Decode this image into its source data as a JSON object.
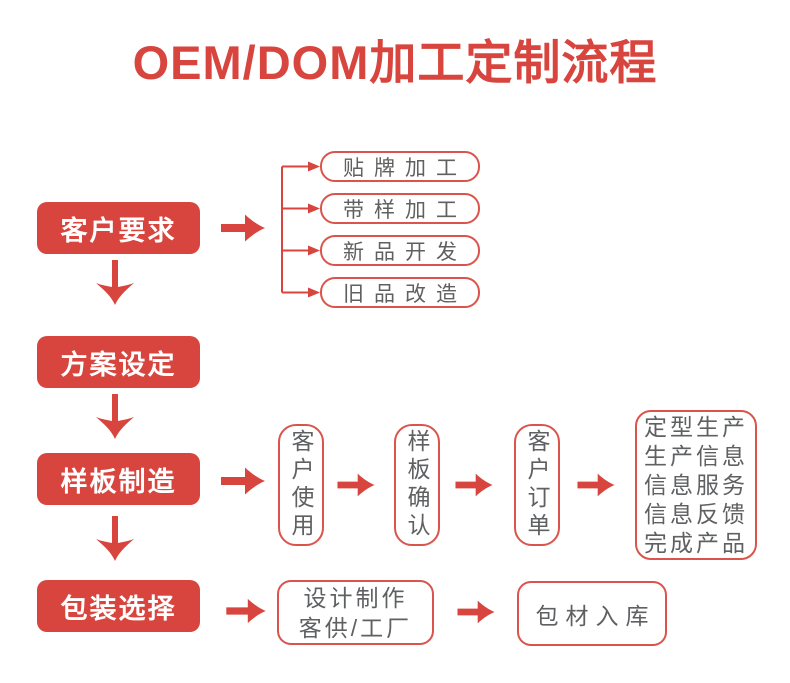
{
  "title": "OEM/DOM加工定制流程",
  "stages": {
    "customer_requirements": "客户要求",
    "plan_setting": "方案设定",
    "sample_manufacturing": "样板制造",
    "packaging_selection": "包装选择"
  },
  "request_options": [
    "贴牌加工",
    "带样加工",
    "新品开发",
    "旧品改造"
  ],
  "sample_flow": [
    "客户使用",
    "样板确认",
    "客户订单"
  ],
  "production_lines": [
    "定型生产",
    "生产信息",
    "信息服务",
    "信息反馈",
    "完成产品"
  ],
  "packaging_flow": {
    "design_line1": "设计制作",
    "design_line2": "客供/工厂",
    "warehouse": "包材入库"
  },
  "colors": {
    "accent_red": "#d8453e",
    "text_gray": "#5f6062",
    "background": "#ffffff"
  }
}
